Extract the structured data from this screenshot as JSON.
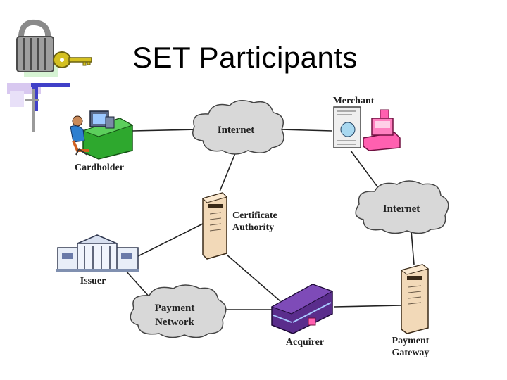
{
  "slide": {
    "title": "SET Participants"
  },
  "nodes": {
    "cardholder": "Cardholder",
    "merchant": "Merchant",
    "internet_top": "Internet",
    "internet_right": "Internet",
    "certificate_authority_line1": "Certificate",
    "certificate_authority_line2": "Authority",
    "issuer": "Issuer",
    "payment_network_line1": "Payment",
    "payment_network_line2": "Network",
    "acquirer": "Acquirer",
    "payment_gateway_line1": "Payment",
    "payment_gateway_line2": "Gateway"
  },
  "icons": [
    "padlock-icon",
    "key-icon",
    "computer-user-icon",
    "document-icon",
    "cash-register-icon",
    "server-icon",
    "bank-building-icon",
    "office-building-icon"
  ],
  "colors": {
    "slide_bar_lavender": "#d8c8f0",
    "slide_bar_purple": "#4040c8",
    "cardholder_desk": "#2ea82e",
    "server_body": "#f2d9b8",
    "cloud_fill": "#d8d8d8",
    "acquirer_building": "#5a2d8c",
    "register_pink": "#ff60b0"
  }
}
